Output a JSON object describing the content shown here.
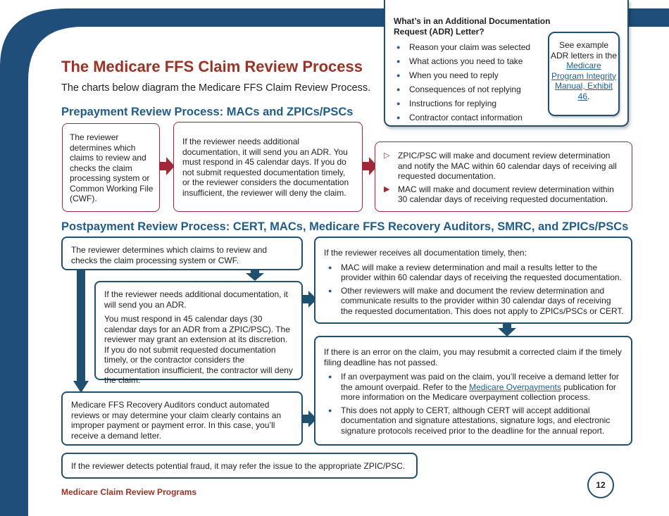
{
  "page": {
    "title": "The Medicare FFS Claim Review Process",
    "subtitle": "The charts below diagram the Medicare FFS Claim Review Process.",
    "footer": "Medicare Claim Review Programs",
    "page_number": "12"
  },
  "adr_sidebar": {
    "title": "What’s in an Additional Documentation Request (ADR) Letter?",
    "items": [
      "Reason your claim was selected",
      "What actions you need to take",
      "When you need to reply",
      "Consequences of not replying",
      "Instructions for replying",
      "Contractor contact information"
    ],
    "see_prefix": "See example ADR letters in the ",
    "see_link": "Medicare Program Integrity Manual, Exhibit 46",
    "see_suffix": "."
  },
  "prepayment": {
    "heading": "Prepayment Review Process: MACs and ZPICs/PSCs",
    "box1": "The reviewer determines which claims to review and checks the claim processing system or Common Working File (CWF).",
    "box2": "If the reviewer needs additional documentation, it will send you an ADR. You must respond in 45 calendar days. If you do not submit requested documentation timely, or the reviewer considers the documentation insufficient, the reviewer will deny the claim.",
    "box3_items": [
      "ZPIC/PSC will make and document review determination and notify the MAC within 60 calendar days of receiving all requested documentation.",
      "MAC will make and document review determination within 30 calendar days of receiving requested documentation."
    ]
  },
  "postpayment": {
    "heading": "Postpayment Review Process: CERT, MACs, Medicare FFS Recovery Auditors, SMRC, and ZPICs/PSCs",
    "box_a": "The reviewer determines which claims to review and checks the claim processing system or CWF.",
    "box_b1": "If the reviewer needs additional documentation, it will send you an ADR.",
    "box_b2": "You must respond in 45 calendar days (30 calendar days for an ADR from a ZPIC/PSC). The reviewer may grant an extension at its discretion. If you do not submit requested documentation timely, or the contractor considers the documentation insufficient, the contractor will deny the claim.",
    "box_c": "Medicare FFS Recovery Auditors conduct automated reviews or may determine your claim clearly contains an improper payment or payment error. In this case, you’ll receive a demand letter.",
    "box_d": "If the reviewer detects potential fraud, it may refer the issue to the appropriate ZPIC/PSC.",
    "box_e_intro": "If the reviewer receives all documentation timely, then:",
    "box_e_items": [
      "MAC will make a review determination and mail a results letter to the provider within 60 calendar days of receiving the requested documentation.",
      "Other reviewers will make and document the review determination and communicate results to the provider within 30 calendar days of receiving the requested documentation. This does not apply to ZPICs/PSCs or CERT."
    ],
    "box_f_intro": "If there is an error on the claim, you may resubmit a corrected claim if the timely filing deadline has not passed.",
    "box_f_item1_a": "If an overpayment was paid on the claim, you’ll receive a demand letter for the amount overpaid. Refer to the ",
    "box_f_item1_link": "Medicare Overpayments",
    "box_f_item1_b": " publication for more information on the Medicare overpayment collection process.",
    "box_f_item2": "This does not apply to CERT, although CERT will accept additional documentation and signature attestations, signature logs, and electronic signature protocols received prior to the deadline for the annual report."
  },
  "colors": {
    "title_red": "#9a3324",
    "heading_blue": "#1f5c8a",
    "frame_navy": "#1f4e7a",
    "arrow_red": "#a0283a",
    "arrow_navy": "#1f5070"
  }
}
